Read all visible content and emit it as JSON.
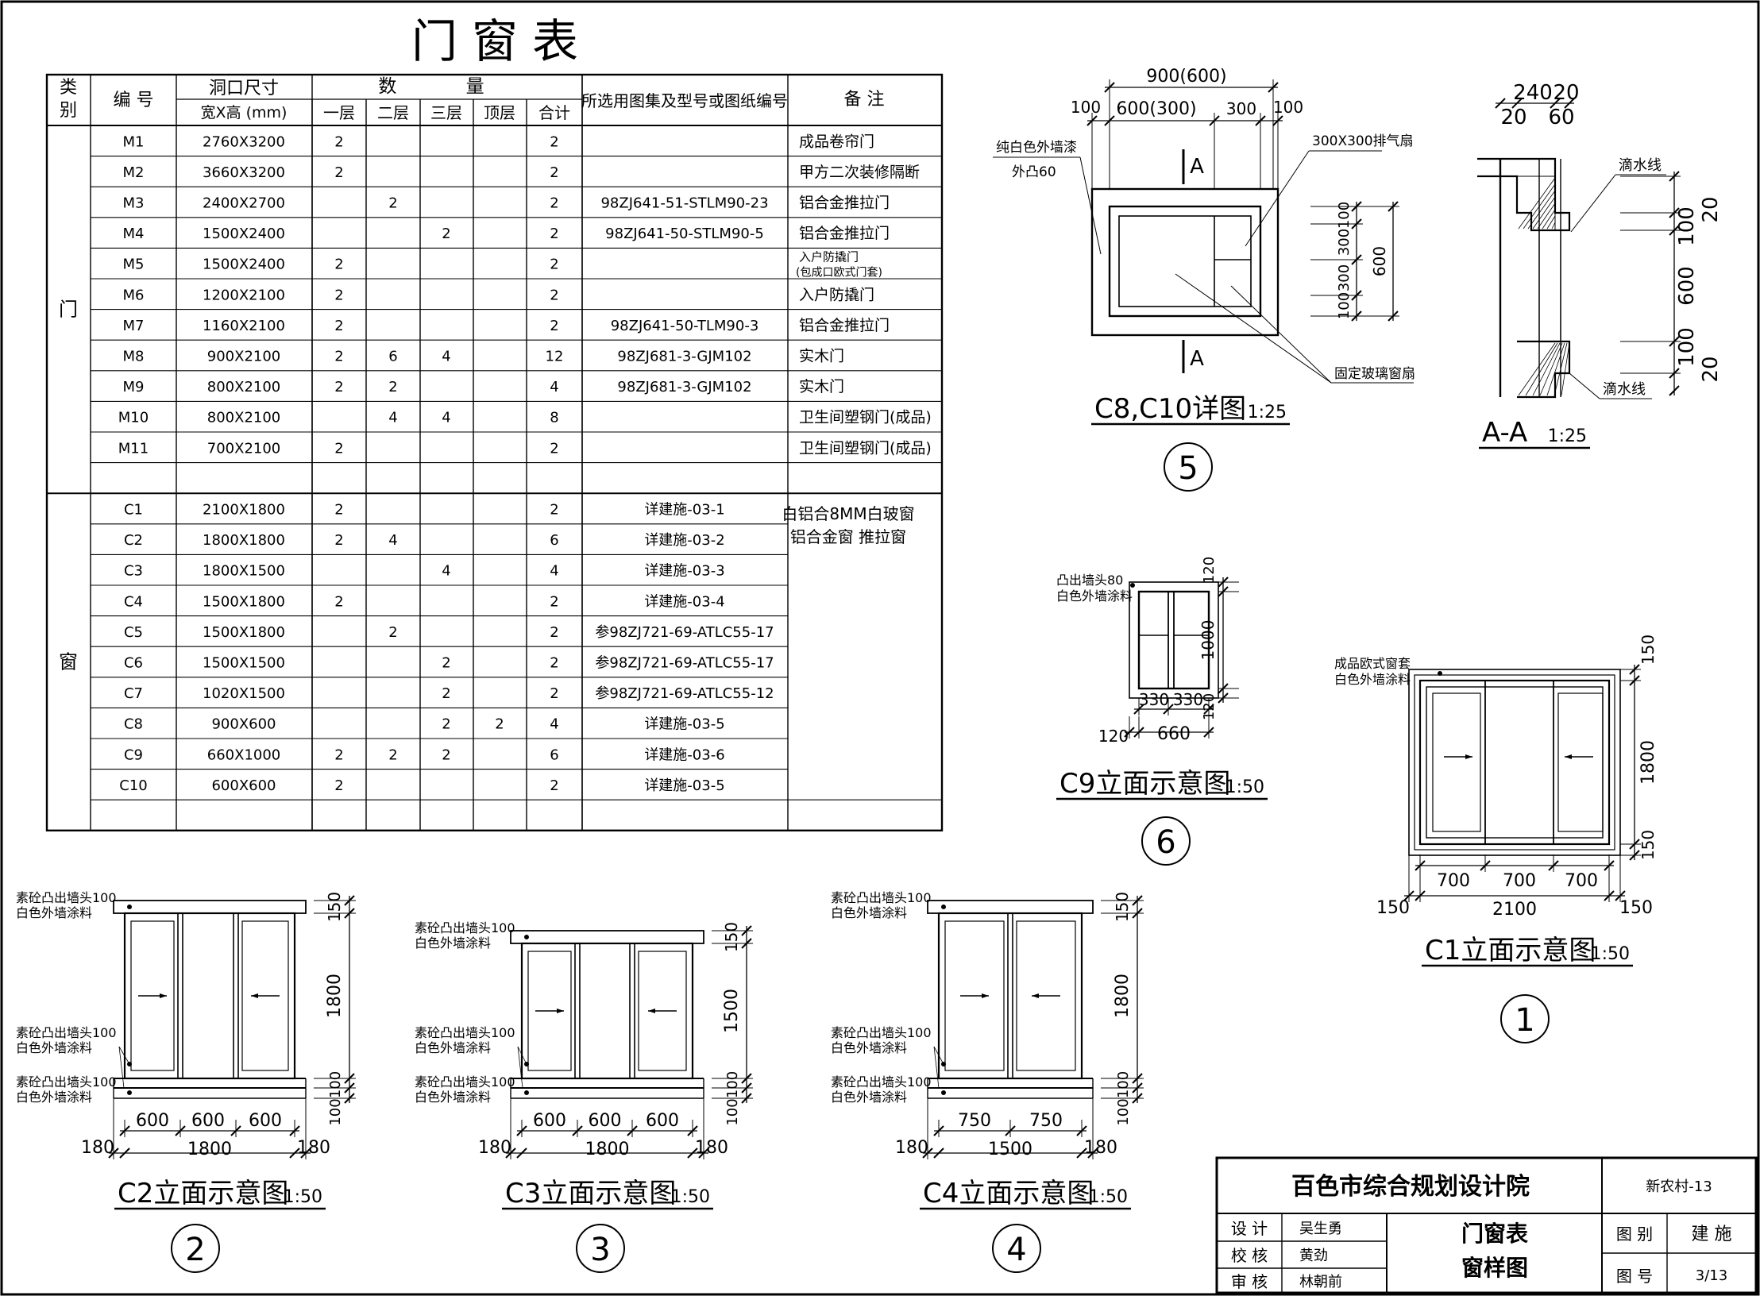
{
  "title": "门窗表",
  "table": {
    "headers": {
      "category": [
        "类",
        "别"
      ],
      "code": "编 号",
      "size": "洞口尺寸",
      "size_sub": "宽X高 (mm)",
      "qty": "数 量",
      "floors": [
        "一层",
        "二层",
        "三层",
        "顶层",
        "合计"
      ],
      "ref": "所选用图集及型号或图纸编号",
      "note": "备 注"
    },
    "door_label": "门",
    "window_label": "窗",
    "doors": [
      {
        "code": "M1",
        "size": "2760X3200",
        "f1": "2",
        "f2": "",
        "f3": "",
        "top": "",
        "total": "2",
        "ref": "",
        "note": "成品卷帘门"
      },
      {
        "code": "M2",
        "size": "3660X3200",
        "f1": "2",
        "f2": "",
        "f3": "",
        "top": "",
        "total": "2",
        "ref": "",
        "note": "甲方二次装修隔断"
      },
      {
        "code": "M3",
        "size": "2400X2700",
        "f1": "",
        "f2": "2",
        "f3": "",
        "top": "",
        "total": "2",
        "ref": "98ZJ641-51-STLM90-23",
        "note": "铝合金推拉门"
      },
      {
        "code": "M4",
        "size": "1500X2400",
        "f1": "",
        "f2": "",
        "f3": "2",
        "top": "",
        "total": "2",
        "ref": "98ZJ641-50-STLM90-5",
        "note": "铝合金推拉门"
      },
      {
        "code": "M5",
        "size": "1500X2400",
        "f1": "2",
        "f2": "",
        "f3": "",
        "top": "",
        "total": "2",
        "ref": "",
        "note": "入户防撬门",
        "note2": "(包成口欧式门套)"
      },
      {
        "code": "M6",
        "size": "1200X2100",
        "f1": "2",
        "f2": "",
        "f3": "",
        "top": "",
        "total": "2",
        "ref": "",
        "note": "入户防撬门"
      },
      {
        "code": "M7",
        "size": "1160X2100",
        "f1": "2",
        "f2": "",
        "f3": "",
        "top": "",
        "total": "2",
        "ref": "98ZJ641-50-TLM90-3",
        "note": "铝合金推拉门"
      },
      {
        "code": "M8",
        "size": "900X2100",
        "f1": "2",
        "f2": "6",
        "f3": "4",
        "top": "",
        "total": "12",
        "ref": "98ZJ681-3-GJM102",
        "note": "实木门"
      },
      {
        "code": "M9",
        "size": "800X2100",
        "f1": "2",
        "f2": "2",
        "f3": "",
        "top": "",
        "total": "4",
        "ref": "98ZJ681-3-GJM102",
        "note": "实木门"
      },
      {
        "code": "M10",
        "size": "800X2100",
        "f1": "",
        "f2": "4",
        "f3": "4",
        "top": "",
        "total": "8",
        "ref": "",
        "note": "卫生间塑钢门(成品)"
      },
      {
        "code": "M11",
        "size": "700X2100",
        "f1": "2",
        "f2": "",
        "f3": "",
        "top": "",
        "total": "2",
        "ref": "",
        "note": "卫生间塑钢门(成品)"
      }
    ],
    "windows": [
      {
        "code": "C1",
        "size": "2100X1800",
        "f1": "2",
        "f2": "",
        "f3": "",
        "top": "",
        "total": "2",
        "ref": "详建施-03-1"
      },
      {
        "code": "C2",
        "size": "1800X1800",
        "f1": "2",
        "f2": "4",
        "f3": "",
        "top": "",
        "total": "6",
        "ref": "详建施-03-2"
      },
      {
        "code": "C3",
        "size": "1800X1500",
        "f1": "",
        "f2": "",
        "f3": "4",
        "top": "",
        "total": "4",
        "ref": "详建施-03-3"
      },
      {
        "code": "C4",
        "size": "1500X1800",
        "f1": "2",
        "f2": "",
        "f3": "",
        "top": "",
        "total": "2",
        "ref": "详建施-03-4"
      },
      {
        "code": "C5",
        "size": "1500X1800",
        "f1": "",
        "f2": "2",
        "f3": "",
        "top": "",
        "total": "2",
        "ref": "参98ZJ721-69-ATLC55-17"
      },
      {
        "code": "C6",
        "size": "1500X1500",
        "f1": "",
        "f2": "",
        "f3": "2",
        "top": "",
        "total": "2",
        "ref": "参98ZJ721-69-ATLC55-17"
      },
      {
        "code": "C7",
        "size": "1020X1500",
        "f1": "",
        "f2": "",
        "f3": "2",
        "top": "",
        "total": "2",
        "ref": "参98ZJ721-69-ATLC55-12"
      },
      {
        "code": "C8",
        "size": "900X600",
        "f1": "",
        "f2": "",
        "f3": "2",
        "top": "2",
        "total": "4",
        "ref": "详建施-03-5"
      },
      {
        "code": "C9",
        "size": "660X1000",
        "f1": "2",
        "f2": "2",
        "f3": "2",
        "top": "",
        "total": "6",
        "ref": "详建施-03-6"
      },
      {
        "code": "C10",
        "size": "600X600",
        "f1": "2",
        "f2": "",
        "f3": "",
        "top": "",
        "total": "2",
        "ref": "详建施-03-5"
      }
    ],
    "window_note": [
      "白铝合8MM白玻窗",
      "铝合金窗 推拉窗"
    ]
  },
  "detail_c8": {
    "title": "C8,C10详图",
    "scale": "1:25",
    "num": "5",
    "dims_top": {
      "total": "900(600)",
      "left": "100",
      "mid": "600(300)",
      "right_panel": "300",
      "right": "100"
    },
    "dims_side": [
      "100",
      "300",
      "100",
      "300",
      "100",
      "600"
    ],
    "labels": {
      "paint1": "纯白色外墙漆",
      "paint2": "外凸60",
      "fan": "300X300排气扇",
      "glass": "固定玻璃窗扇",
      "sec": "A"
    }
  },
  "detail_aa": {
    "title": "A-A",
    "scale": "1:25",
    "dims_top": [
      "240",
      "20",
      "20",
      "60"
    ],
    "dims_side": [
      "20",
      "100",
      "600",
      "100",
      "20"
    ],
    "drip": "滴水线"
  },
  "detail_c9": {
    "title": "C9立面示意图",
    "scale": "1:50",
    "num": "6",
    "label1": "凸出墙头80",
    "label2": "白色外墙涂料",
    "dims": {
      "a": "330",
      "b": "330",
      "w": "660",
      "side": "120",
      "h": "1000",
      "t": "120",
      "bt": "120"
    }
  },
  "detail_c1": {
    "title": "C1立面示意图",
    "scale": "1:50",
    "num": "1",
    "label1": "成品欧式窗套",
    "label2": "白色外墙涂料",
    "dims": {
      "p1": "700",
      "p2": "700",
      "p3": "700",
      "w": "2100",
      "side": "150",
      "h": "1800",
      "t": "150",
      "bt": "150"
    }
  },
  "common_labels": {
    "l1": "素砼凸出墙头100",
    "l2": "白色外墙涂料"
  },
  "detail_c2": {
    "title": "C2立面示意图",
    "scale": "1:50",
    "num": "2",
    "dims": {
      "p1": "600",
      "p2": "600",
      "p3": "600",
      "w": "1800",
      "side": "180",
      "h": "1800",
      "t": "150",
      "b1": "100",
      "b2": "100"
    }
  },
  "detail_c3": {
    "title": "C3立面示意图",
    "scale": "1:50",
    "num": "3",
    "dims": {
      "p1": "600",
      "p2": "600",
      "p3": "600",
      "w": "1800",
      "side": "180",
      "h": "1500",
      "t": "150",
      "b1": "100",
      "b2": "100"
    }
  },
  "detail_c4": {
    "title": "C4立面示意图",
    "scale": "1:50",
    "num": "4",
    "dims": {
      "p1": "750",
      "p2": "750",
      "w": "1500",
      "side": "180",
      "h": "1800",
      "t": "150",
      "b1": "100",
      "b2": "100"
    }
  },
  "title_block": {
    "company": "百色市综合规划设计院",
    "project": "新农村-13",
    "design_label": "设 计",
    "design": "吴生勇",
    "check_label": "校 核",
    "check": "黄劲",
    "review_label": "审 核",
    "review": "林朝前",
    "drawing1": "门窗表",
    "drawing2": "窗样图",
    "cat_label": "图 别",
    "cat": "建 施",
    "no_label": "图 号",
    "no": "3/13"
  }
}
